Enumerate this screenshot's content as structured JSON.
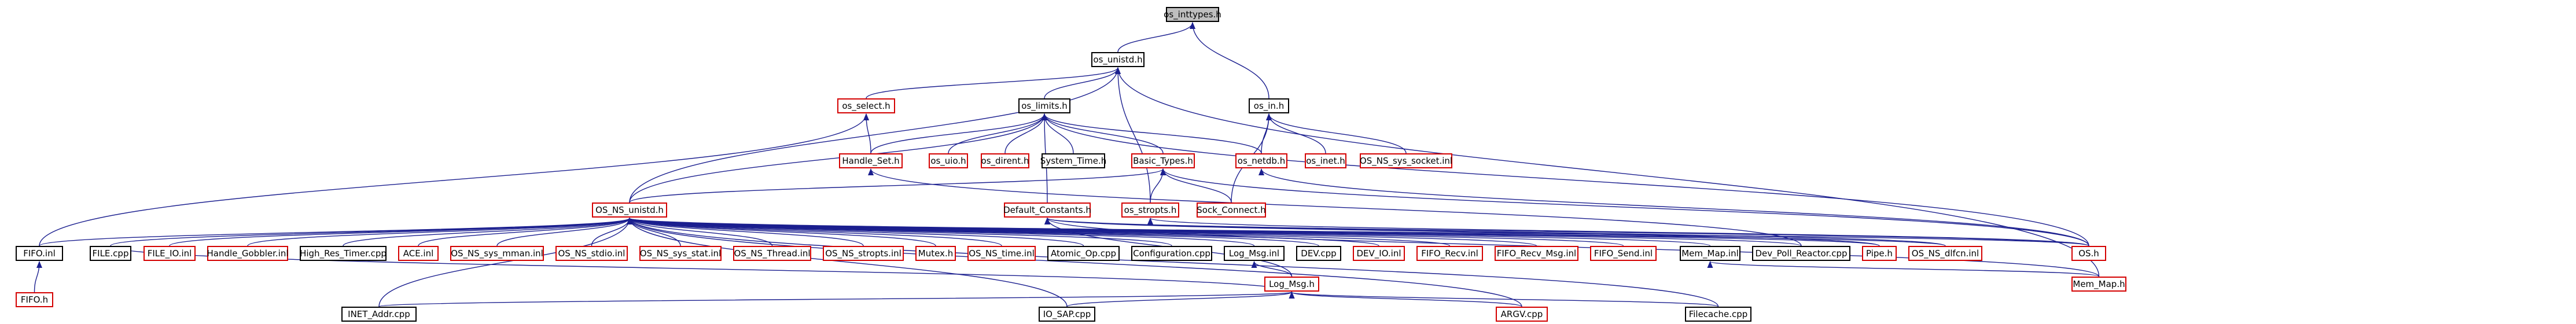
{
  "colors": {
    "edge": "#1b1f8f",
    "node_border": "#000000",
    "missing_border": "#d40000",
    "root_fill": "#bfbfbf",
    "text": "#000000"
  },
  "nodes": [
    {
      "id": "os_inttypes",
      "label": "os_inttypes.h",
      "root": true
    },
    {
      "id": "os_unistd",
      "label": "os_unistd.h"
    },
    {
      "id": "os_in",
      "label": "os_in.h"
    },
    {
      "id": "os_select",
      "label": "os_select.h",
      "red": true
    },
    {
      "id": "os_limits",
      "label": "os_limits.h"
    },
    {
      "id": "handle_set",
      "label": "Handle_Set.h",
      "red": true
    },
    {
      "id": "os_uio",
      "label": "os_uio.h",
      "red": true
    },
    {
      "id": "os_dirent",
      "label": "os_dirent.h",
      "red": true
    },
    {
      "id": "system_time",
      "label": "System_Time.h"
    },
    {
      "id": "basic_types",
      "label": "Basic_Types.h",
      "red": true
    },
    {
      "id": "os_netdb",
      "label": "os_netdb.h",
      "red": true
    },
    {
      "id": "os_inet",
      "label": "os_inet.h",
      "red": true
    },
    {
      "id": "os_ns_sys_socket",
      "label": "OS_NS_sys_socket.inl",
      "red": true
    },
    {
      "id": "sock_connect",
      "label": "Sock_Connect.h",
      "red": true
    },
    {
      "id": "os_ns_unistd",
      "label": "OS_NS_unistd.h",
      "red": true
    },
    {
      "id": "default_constants",
      "label": "Default_Constants.h",
      "red": true
    },
    {
      "id": "os_stropts",
      "label": "os_stropts.h",
      "red": true
    },
    {
      "id": "fifo_inl",
      "label": "FIFO.inl"
    },
    {
      "id": "fifo_h",
      "label": "FIFO.h",
      "red": true
    },
    {
      "id": "file_cpp",
      "label": "FILE.cpp"
    },
    {
      "id": "file_io_inl",
      "label": "FILE_IO.inl",
      "red": true
    },
    {
      "id": "handle_gobbler",
      "label": "Handle_Gobbler.inl",
      "red": true
    },
    {
      "id": "high_res_timer",
      "label": "High_Res_Timer.cpp"
    },
    {
      "id": "ace_inl",
      "label": "ACE.inl",
      "red": true
    },
    {
      "id": "sys_mman",
      "label": "OS_NS_sys_mman.inl",
      "red": true
    },
    {
      "id": "os_ns_stdio",
      "label": "OS_NS_stdio.inl",
      "red": true
    },
    {
      "id": "sys_stat",
      "label": "OS_NS_sys_stat.inl",
      "red": true
    },
    {
      "id": "os_ns_thread",
      "label": "OS_NS_Thread.inl",
      "red": true
    },
    {
      "id": "os_ns_stropts",
      "label": "OS_NS_stropts.inl",
      "red": true
    },
    {
      "id": "mutex_h",
      "label": "Mutex.h",
      "red": true
    },
    {
      "id": "os_ns_time",
      "label": "OS_NS_time.inl",
      "red": true
    },
    {
      "id": "atomic_op",
      "label": "Atomic_Op.cpp"
    },
    {
      "id": "configuration",
      "label": "Configuration.cpp"
    },
    {
      "id": "log_msg_inl",
      "label": "Log_Msg.inl"
    },
    {
      "id": "dev_cpp",
      "label": "DEV.cpp"
    },
    {
      "id": "dev_io_inl",
      "label": "DEV_IO.inl",
      "red": true
    },
    {
      "id": "fifo_recv",
      "label": "FIFO_Recv.inl",
      "red": true
    },
    {
      "id": "fifo_recv_msg",
      "label": "FIFO_Recv_Msg.inl",
      "red": true
    },
    {
      "id": "fifo_send",
      "label": "FIFO_Send.inl",
      "red": true
    },
    {
      "id": "mem_map_inl",
      "label": "Mem_Map.inl"
    },
    {
      "id": "dev_poll",
      "label": "Dev_Poll_Reactor.cpp"
    },
    {
      "id": "pipe_h",
      "label": "Pipe.h",
      "red": true
    },
    {
      "id": "os_ns_dlfcn",
      "label": "OS_NS_dlfcn.inl",
      "red": true
    },
    {
      "id": "os_h",
      "label": "OS.h",
      "red": true
    },
    {
      "id": "log_msg_h",
      "label": "Log_Msg.h",
      "red": true
    },
    {
      "id": "mem_map_h",
      "label": "Mem_Map.h",
      "red": true
    },
    {
      "id": "inet_addr",
      "label": "INET_Addr.cpp"
    },
    {
      "id": "io_sap",
      "label": "IO_SAP.cpp"
    },
    {
      "id": "argv_cpp",
      "label": "ARGV.cpp",
      "red": true
    },
    {
      "id": "filecache",
      "label": "Filecache.cpp"
    }
  ],
  "edges": [
    [
      "os_unistd",
      "os_inttypes"
    ],
    [
      "os_in",
      "os_inttypes"
    ],
    [
      "os_select",
      "os_unistd"
    ],
    [
      "os_limits",
      "os_unistd"
    ],
    [
      "os_ns_unistd",
      "os_unistd"
    ],
    [
      "os_stropts",
      "os_unistd"
    ],
    [
      "mem_map_h",
      "os_unistd"
    ],
    [
      "os_netdb",
      "os_in"
    ],
    [
      "os_inet",
      "os_in"
    ],
    [
      "os_ns_sys_socket",
      "os_in"
    ],
    [
      "sock_connect",
      "os_in"
    ],
    [
      "handle_set",
      "os_select"
    ],
    [
      "fifo_inl",
      "os_select"
    ],
    [
      "os_uio",
      "os_limits"
    ],
    [
      "os_dirent",
      "os_limits"
    ],
    [
      "system_time",
      "os_limits"
    ],
    [
      "basic_types",
      "os_limits"
    ],
    [
      "handle_set",
      "os_limits"
    ],
    [
      "default_constants",
      "os_limits"
    ],
    [
      "os_netdb",
      "os_limits"
    ],
    [
      "os_h",
      "os_limits"
    ],
    [
      "os_ns_unistd",
      "os_limits"
    ],
    [
      "dev_poll",
      "handle_set"
    ],
    [
      "os_ns_unistd",
      "basic_types"
    ],
    [
      "sock_connect",
      "basic_types"
    ],
    [
      "os_stropts",
      "basic_types"
    ],
    [
      "os_h",
      "basic_types"
    ],
    [
      "os_h",
      "os_netdb"
    ],
    [
      "os_h",
      "os_stropts"
    ],
    [
      "pipe_h",
      "default_constants"
    ],
    [
      "os_ns_dlfcn",
      "default_constants"
    ],
    [
      "os_h",
      "default_constants"
    ],
    [
      "log_msg_h",
      "default_constants"
    ],
    [
      "mem_map_h",
      "default_constants"
    ],
    [
      "fifo_inl",
      "os_ns_unistd"
    ],
    [
      "file_cpp",
      "os_ns_unistd"
    ],
    [
      "file_io_inl",
      "os_ns_unistd"
    ],
    [
      "handle_gobbler",
      "os_ns_unistd"
    ],
    [
      "high_res_timer",
      "os_ns_unistd"
    ],
    [
      "ace_inl",
      "os_ns_unistd"
    ],
    [
      "sys_mman",
      "os_ns_unistd"
    ],
    [
      "os_ns_stdio",
      "os_ns_unistd"
    ],
    [
      "sys_stat",
      "os_ns_unistd"
    ],
    [
      "os_ns_thread",
      "os_ns_unistd"
    ],
    [
      "os_ns_stropts",
      "os_ns_unistd"
    ],
    [
      "mutex_h",
      "os_ns_unistd"
    ],
    [
      "os_ns_time",
      "os_ns_unistd"
    ],
    [
      "atomic_op",
      "os_ns_unistd"
    ],
    [
      "configuration",
      "os_ns_unistd"
    ],
    [
      "log_msg_inl",
      "os_ns_unistd"
    ],
    [
      "dev_cpp",
      "os_ns_unistd"
    ],
    [
      "dev_io_inl",
      "os_ns_unistd"
    ],
    [
      "fifo_recv",
      "os_ns_unistd"
    ],
    [
      "fifo_recv_msg",
      "os_ns_unistd"
    ],
    [
      "fifo_send",
      "os_ns_unistd"
    ],
    [
      "mem_map_inl",
      "os_ns_unistd"
    ],
    [
      "dev_poll",
      "os_ns_unistd"
    ],
    [
      "pipe_h",
      "os_ns_unistd"
    ],
    [
      "os_ns_dlfcn",
      "os_ns_unistd"
    ],
    [
      "os_h",
      "os_ns_unistd"
    ],
    [
      "inet_addr",
      "os_ns_unistd"
    ],
    [
      "io_sap",
      "os_ns_unistd"
    ],
    [
      "filecache",
      "os_ns_unistd"
    ],
    [
      "argv_cpp",
      "os_ns_unistd"
    ],
    [
      "fifo_h",
      "fifo_inl"
    ],
    [
      "log_msg_h",
      "log_msg_inl"
    ],
    [
      "mem_map_h",
      "mem_map_inl"
    ],
    [
      "file_cpp",
      "log_msg_h"
    ],
    [
      "inet_addr",
      "log_msg_h"
    ],
    [
      "io_sap",
      "log_msg_h"
    ],
    [
      "argv_cpp",
      "log_msg_h"
    ],
    [
      "filecache",
      "log_msg_h"
    ]
  ]
}
